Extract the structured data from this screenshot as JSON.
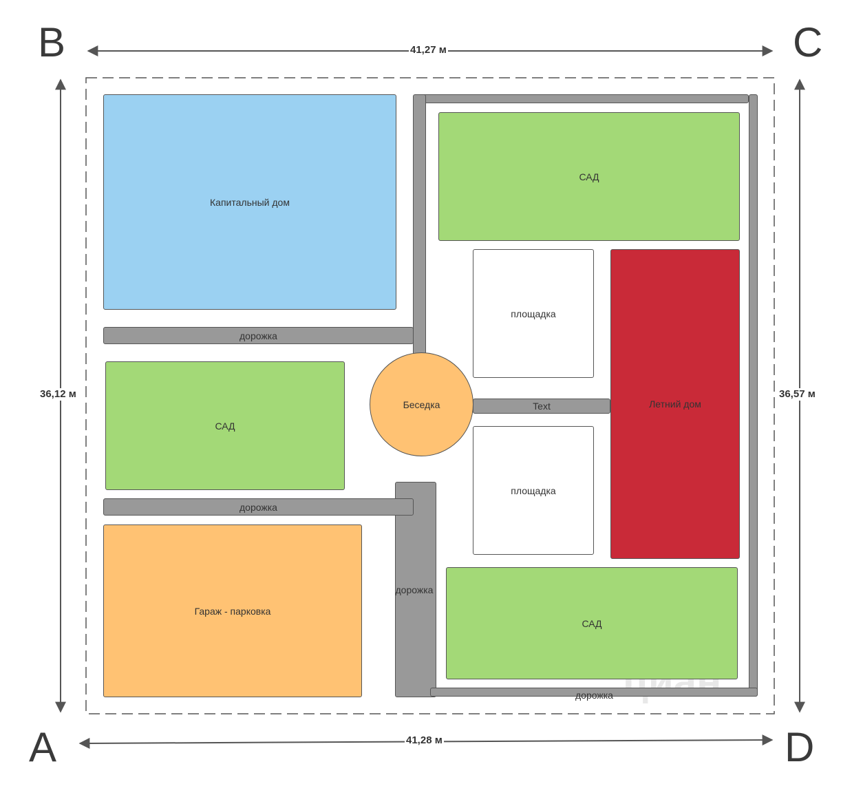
{
  "corners": {
    "a": "A",
    "b": "B",
    "c": "C",
    "d": "D"
  },
  "dimensions": {
    "top": "41,27 м",
    "bottom": "41,28 м",
    "left": "36,12 м",
    "right": "36,57 м"
  },
  "zones": {
    "main_house": "Капитальный дом",
    "garden_top": "САД",
    "garden_left": "САД",
    "garden_bottom": "САД",
    "platform_top": "площадка",
    "platform_bottom": "площадка",
    "summer_house": "Летний дом",
    "gazebo": "Беседка",
    "garage": "Гараж - парковка"
  },
  "paths": {
    "path_1": "дорожка",
    "path_2": "дорожка",
    "path_vertical": "дорожка",
    "path_bottom": "дорожка",
    "path_text": "Text"
  },
  "colors": {
    "house": "#9bd1f2",
    "garden": "#a3d977",
    "garage": "#ffc273",
    "gazebo": "#ffc273",
    "summer_house": "#c92a38",
    "platform": "#ffffff",
    "path": "#999999"
  },
  "watermark": "циан"
}
